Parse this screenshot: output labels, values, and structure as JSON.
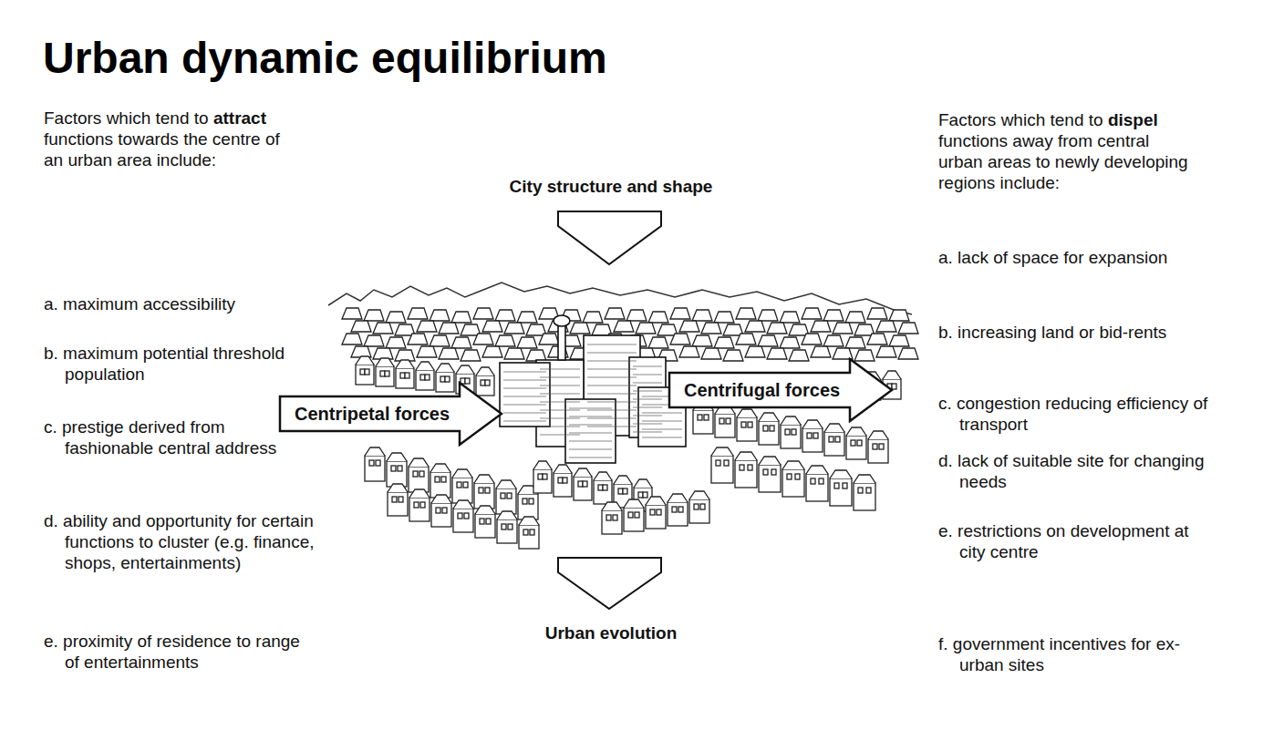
{
  "diagram": {
    "title": "Urban dynamic equilibrium",
    "nodes": [
      {
        "text": [
          "Centripetal forces"
        ]
      },
      {
        "text": [
          "Centrifugal forces"
        ]
      }
    ],
    "labels": [
      "Factors which tend to attract functions towards the centre of an urban area include:",
      "a. maximum accessibility",
      "b. maximum potential threshold population",
      "c. prestige derived from fashionable central address",
      "d. ability and opportunity for certain functions to cluster (e.g. finance, shops, entertainments)",
      "e. proximity of residence to range of entertainments",
      "City structure and shape",
      "Urban evolution",
      "Factors which tend to dispel functions away from central urban areas to newly developing regions include:",
      "a. lack of space for expansion",
      "b. increasing land or bid-rents",
      "c. congestion reducing efficiency of transport",
      "d. lack of suitable site for changing needs",
      "e. restrictions on development at city centre",
      "f. government incentives for ex-urban sites"
    ]
  }
}
